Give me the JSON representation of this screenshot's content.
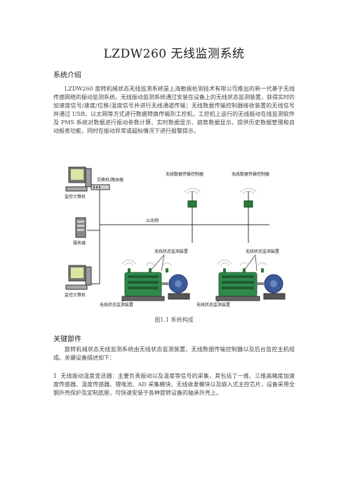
{
  "doc": {
    "title": "LZDW260 无线监测系统",
    "section1_heading": "系统介绍",
    "section1_para": "LZDW260 旋转机械状态无线监测系统是上海勒振检测技术有限公司推出的新一代基于无线传感网络的振动监测系统。无线振动监测系统通过安装在设备上的无线状态监测装置，获得实时的加速度信号/速度/位移/温度信号并进行无线通道传输；无线数据传输控制器接收装置的无线信号并通过 USB、以太网等方式进行数据转换传输到工控机，工控机上运行的无线振动在线监测软件及 PMS 系统对数据进行振动参数计算、实时数据显示、趋势数据显示、提供历史数据管理和自动报表功能，同时在振动异常或超标情况下进行报警提示。",
    "figure_caption": "图1.1  系统构成",
    "section2_heading": "关键部件",
    "section2_para": "旋转机械状态无线监测系统由无线状态监测装置、无线数据传输控制器以及后台监控主机组成。关键设备描述如下：",
    "item1_para": "1  无线振动温度变送器：主要负责振动以及温度等信号的采集，其包括了一维、三维高精度加速度传感器、温度传感器、锂电池、AD 采集模块、无线收发模块以及嵌入式主控芯片，设备采用全钢外壳保护及定制底座，可快速安装于各种旋转设备的轴承外壳上。"
  },
  "diagram": {
    "label_switch": "交换机/路由器",
    "label_monitor_top": "监控计算机",
    "label_server": "服务器",
    "label_monitor_bottom": "监控计算机",
    "label_controller1": "无线数据传输控制器",
    "label_controller2": "无线数据传输控制器",
    "label_ethernet": "以太网",
    "label_device_left_top": "无线状态监测装置",
    "label_device_right_top": "无线状态监测装置",
    "label_device_left_bottom": "无线状态监测装置",
    "label_device_right_bottom": "无线状态监测装置",
    "colors": {
      "line": "#333333",
      "screen": "#d8e8a0",
      "motor_green": "#2f8a4a",
      "motor_dark": "#1e5e33",
      "pump_blue": "#3a5a9a",
      "antenna": "#2a7a3a",
      "wave": "#c0c0c0"
    }
  }
}
